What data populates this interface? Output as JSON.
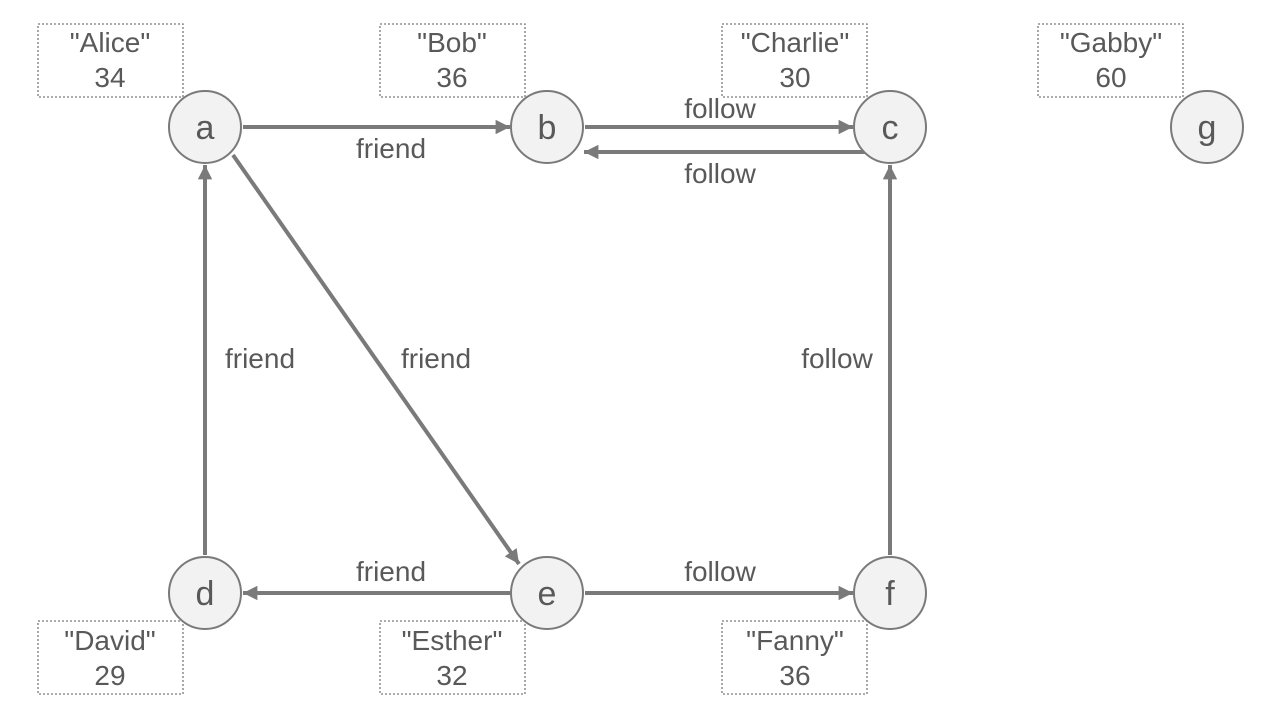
{
  "colors": {
    "stroke": "#7a7a7a",
    "node_fill": "#f2f2f2",
    "text": "#595959"
  },
  "nodes": [
    {
      "id": "a",
      "label": "a",
      "name": "\"Alice\"",
      "age": "34"
    },
    {
      "id": "b",
      "label": "b",
      "name": "\"Bob\"",
      "age": "36"
    },
    {
      "id": "c",
      "label": "c",
      "name": "\"Charlie\"",
      "age": "30"
    },
    {
      "id": "d",
      "label": "d",
      "name": "\"David\"",
      "age": "29"
    },
    {
      "id": "e",
      "label": "e",
      "name": "\"Esther\"",
      "age": "32"
    },
    {
      "id": "f",
      "label": "f",
      "name": "\"Fanny\"",
      "age": "36"
    },
    {
      "id": "g",
      "label": "g",
      "name": "\"Gabby\"",
      "age": "60"
    }
  ],
  "edges": [
    {
      "source": "a",
      "target": "b",
      "label": "friend"
    },
    {
      "source": "b",
      "target": "c",
      "label": "follow"
    },
    {
      "source": "c",
      "target": "b",
      "label": "follow"
    },
    {
      "source": "a",
      "target": "e",
      "label": "friend"
    },
    {
      "source": "d",
      "target": "a",
      "label": "friend"
    },
    {
      "source": "e",
      "target": "d",
      "label": "friend"
    },
    {
      "source": "e",
      "target": "f",
      "label": "follow"
    },
    {
      "source": "f",
      "target": "c",
      "label": "follow"
    }
  ]
}
